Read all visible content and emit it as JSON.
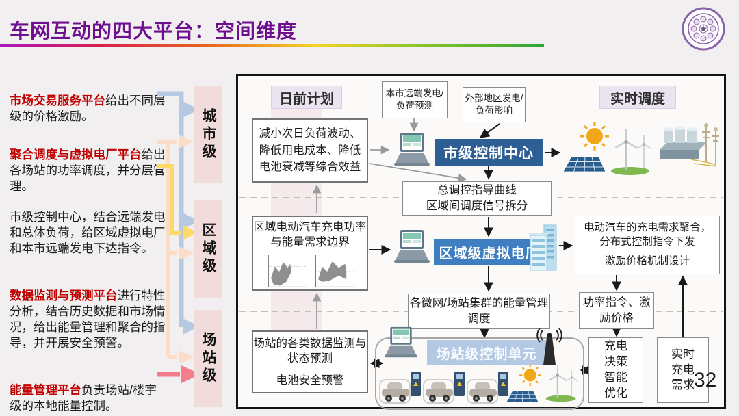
{
  "title": "车网互动的四大平台：空间维度",
  "page_number": "32",
  "left_notes": [
    {
      "lead": "市场交易服务平台",
      "text": "给出不同层级的价格激励。"
    },
    {
      "lead": "聚合调度与虚拟电厂平台",
      "text": "给出各场站的功率调度，并分层管理。"
    },
    {
      "lead": "",
      "text": "市级控制中心，结合远端发电和总体负荷，给区域虚拟电厂和本市远端发电下达指令。"
    },
    {
      "lead": "数据监测与预测平台",
      "text": "进行特性分析，结合历史数据和市场情况，给出能量管理和聚合的指导，并开展安全预警。"
    },
    {
      "lead": "能量管理平台",
      "text": "负责场站/楼宇级的本地能量控制。"
    }
  ],
  "levels": [
    {
      "label": "城市级"
    },
    {
      "label": "区域级"
    },
    {
      "label": "场站级"
    }
  ],
  "diagram": {
    "day_ahead_label": "日前计划",
    "realtime_label": "实时调度",
    "local_forecast": "本市远端发电/负荷预测",
    "external_influence": "外部地区发电/负荷影响",
    "benefits": "减小次日负荷波动、降低用电成本、降低电池衰减等综合效益",
    "city_control": "市级控制中心",
    "dispatch_l1": "总调控指导曲线",
    "dispatch_l2": "区域间调度信号拆分",
    "ev_boundary": "区域电动汽车充电功率与能量需求边界",
    "regional_vpp": "区域级虚拟电厂",
    "demand_agg_l1": "电动汽车的充电需求聚合，分布式控制指令下发",
    "demand_agg_l2": "激励价格机制设计",
    "microgrid": "各微网/场站集群的能量管理调度",
    "power_cmd": "功率指令、激励价格",
    "monitor_l1": "场站的各类数据监测与状态预测",
    "monitor_l2": "电池安全预警",
    "station_control": "场站级控制单元",
    "charge_opt": "充电决策智能优化",
    "realtime_demand": "实时充电需求"
  },
  "colors": {
    "title": "#6d0f8e",
    "note_lead": "#c00000",
    "level_bg": "#f2dcdb",
    "city_control_bg": "#2e5f94",
    "regional_vpp_bg": "#3f7ec1",
    "station_control_bg": "#b3c9e3",
    "arrow_blue": "#b5c9e2",
    "arrow_peach": "#fbdcc7",
    "arrow_yellow": "#ffd966",
    "arrow_red": "#f37d8b"
  },
  "icons": [
    "tsinghua-logo",
    "laptop-icon",
    "sun-icon",
    "solar-panel-icon",
    "wind-turbine-icon",
    "power-plant-icon",
    "building-icon",
    "antenna-icon",
    "ev-charger-icon",
    "boundary-chart-icon"
  ]
}
